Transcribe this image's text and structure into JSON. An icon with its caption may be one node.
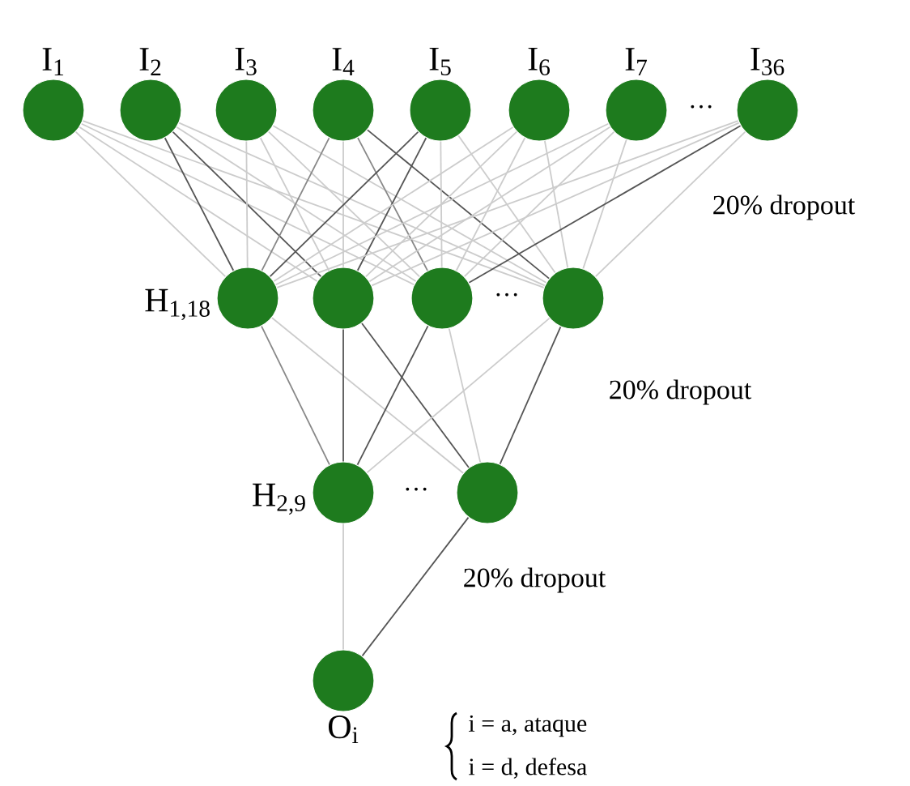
{
  "diagram": {
    "nodes": [
      {
        "text": [
          "I$_{1}$"
        ]
      },
      {
        "text": [
          "I$_{2}$"
        ]
      },
      {
        "text": [
          "I$_{3}$"
        ]
      },
      {
        "text": [
          "I$_{4}$"
        ]
      },
      {
        "text": [
          "I$_{5}$"
        ]
      },
      {
        "text": [
          "I$_{6}$"
        ]
      },
      {
        "text": [
          "I$_{7}$"
        ]
      },
      {
        "text": [
          "I$_{36}$"
        ]
      },
      {
        "text": [
          "H$_{1,18}$"
        ]
      },
      {
        "text": [],
        "shape": "circle"
      },
      {
        "text": [],
        "shape": "circle"
      },
      {
        "text": [],
        "shape": "circle"
      },
      {
        "text": [
          "H$_{2,9}$"
        ]
      },
      {
        "text": [],
        "shape": "circle"
      },
      {
        "text": [
          "O$_{i}$"
        ]
      }
    ],
    "edges": [
      {
        "from": 0,
        "to": 8,
        "arrow": "none"
      },
      {
        "from": 0,
        "to": 9,
        "arrow": "none"
      },
      {
        "from": 0,
        "to": 10,
        "arrow": "none"
      },
      {
        "from": 0,
        "to": 11,
        "arrow": "none"
      },
      {
        "from": 1,
        "to": 8,
        "arrow": "none",
        "color": "#555555"
      },
      {
        "from": 1,
        "to": 9,
        "arrow": "none",
        "color": "#555555"
      },
      {
        "from": 1,
        "to": 10,
        "arrow": "none"
      },
      {
        "from": 1,
        "to": 11,
        "arrow": "none"
      },
      {
        "from": 2,
        "to": 8,
        "arrow": "none"
      },
      {
        "from": 2,
        "to": 9,
        "arrow": "none"
      },
      {
        "from": 2,
        "to": 10,
        "arrow": "none"
      },
      {
        "from": 2,
        "to": 11,
        "arrow": "none"
      },
      {
        "from": 3,
        "to": 8,
        "arrow": "none",
        "color": "#888888"
      },
      {
        "from": 3,
        "to": 9,
        "arrow": "none"
      },
      {
        "from": 3,
        "to": 10,
        "arrow": "none",
        "color": "#888888"
      },
      {
        "from": 3,
        "to": 11,
        "arrow": "none",
        "color": "#555555"
      },
      {
        "from": 4,
        "to": 8,
        "arrow": "none",
        "color": "#555555"
      },
      {
        "from": 4,
        "to": 9,
        "arrow": "none",
        "color": "#555555"
      },
      {
        "from": 4,
        "to": 10,
        "arrow": "none"
      },
      {
        "from": 4,
        "to": 11,
        "arrow": "none"
      },
      {
        "from": 5,
        "to": 8,
        "arrow": "none"
      },
      {
        "from": 5,
        "to": 9,
        "arrow": "none"
      },
      {
        "from": 5,
        "to": 10,
        "arrow": "none"
      },
      {
        "from": 5,
        "to": 11,
        "arrow": "none"
      },
      {
        "from": 6,
        "to": 8,
        "arrow": "none"
      },
      {
        "from": 6,
        "to": 9,
        "arrow": "none"
      },
      {
        "from": 6,
        "to": 10,
        "arrow": "none"
      },
      {
        "from": 6,
        "to": 11,
        "arrow": "none"
      },
      {
        "from": 7,
        "to": 8,
        "arrow": "none"
      },
      {
        "from": 7,
        "to": 9,
        "arrow": "none"
      },
      {
        "from": 7,
        "to": 10,
        "arrow": "none",
        "color": "#555555"
      },
      {
        "from": 7,
        "to": 11,
        "arrow": "none"
      },
      {
        "from": 8,
        "to": 12,
        "arrow": "none",
        "color": "#888888"
      },
      {
        "from": 8,
        "to": 13,
        "arrow": "none"
      },
      {
        "from": 9,
        "to": 12,
        "arrow": "none",
        "color": "#555555"
      },
      {
        "from": 9,
        "to": 13,
        "arrow": "none",
        "color": "#555555"
      },
      {
        "from": 10,
        "to": 12,
        "arrow": "none",
        "color": "#555555"
      },
      {
        "from": 10,
        "to": 13,
        "arrow": "none"
      },
      {
        "from": 11,
        "to": 12,
        "arrow": "none"
      },
      {
        "from": 11,
        "to": 13,
        "arrow": "none",
        "color": "#555555"
      },
      {
        "from": 12,
        "to": 14,
        "arrow": "none"
      },
      {
        "from": 13,
        "to": 14,
        "arrow": "none",
        "color": "#555555"
      }
    ],
    "labels": [
      "···",
      "20% dropout",
      "···",
      "20% dropout",
      "···",
      "20% dropout",
      "i = a, ataque",
      "i = d, defesa"
    ]
  }
}
